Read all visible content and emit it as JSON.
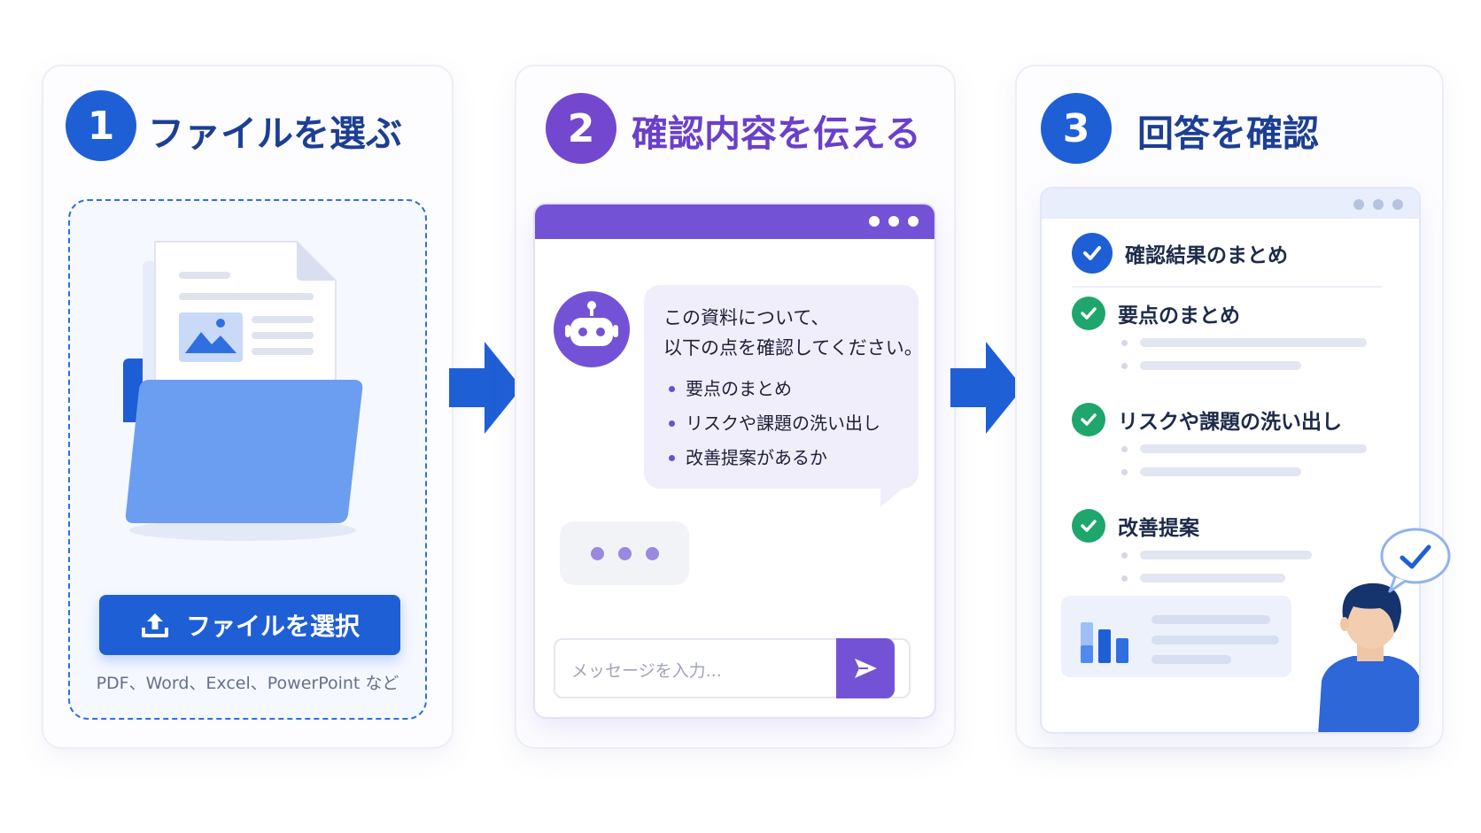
{
  "steps": [
    {
      "number": "1",
      "title": "ファイルを選ぶ",
      "button_label": "ファイルを選択",
      "formats_note": "PDF、Word、Excel、PowerPoint など"
    },
    {
      "number": "2",
      "title": "確認内容を伝える",
      "message_lines": [
        "この資料について、",
        "以下の点を確認してください。"
      ],
      "bullets": [
        "要点のまとめ",
        "リスクや課題の洗い出し",
        "改善提案があるか"
      ],
      "input_placeholder": "メッセージを入力..."
    },
    {
      "number": "3",
      "title": "回答を確認",
      "summary_title": "確認結果のまとめ",
      "items": [
        "要点のまとめ",
        "リスクや課題の洗い出し",
        "改善提案"
      ]
    }
  ],
  "colors": {
    "step1_accent": "#1f5fd6",
    "step2_accent": "#7452d6",
    "check_green": "#1ea66c",
    "arrow_blue": "#1f5fd6"
  },
  "icons": [
    "upload-icon",
    "folder-icon",
    "document-icon",
    "robot-icon",
    "send-icon",
    "check-icon",
    "person-icon",
    "bar-chart-icon"
  ]
}
